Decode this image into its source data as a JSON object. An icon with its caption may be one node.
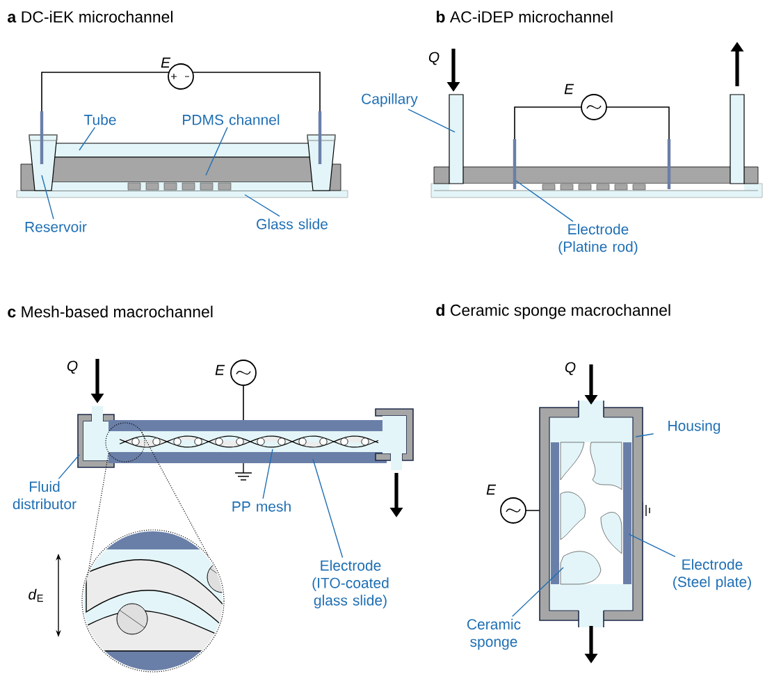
{
  "diagram": {
    "nodes": [
      {
        "text": [
          "Tube"
        ]
      },
      {
        "text": [
          "PDMS channel"
        ]
      },
      {
        "text": [
          "Reservoir"
        ]
      },
      {
        "text": [
          "Glass slide"
        ]
      },
      {
        "text": [
          "Capillary"
        ]
      },
      {
        "text": [
          "Electrode (Platine rod)"
        ]
      },
      {
        "text": [
          "Fluid distributor"
        ]
      },
      {
        "text": [
          "PP mesh"
        ]
      },
      {
        "text": [
          "Electrode (ITO-coated glass slide)"
        ]
      },
      {
        "text": [
          "Housing"
        ]
      },
      {
        "text": [
          "Electrode (Steel plate)"
        ]
      },
      {
        "text": [
          "Ceramic sponge"
        ]
      }
    ],
    "edges": [
      {
        "from": 0,
        "to": null,
        "arrow": "none"
      },
      {
        "from": 1,
        "to": null,
        "arrow": "none"
      },
      {
        "from": 2,
        "to": null,
        "arrow": "none"
      },
      {
        "from": 3,
        "to": null,
        "arrow": "none"
      },
      {
        "from": 4,
        "to": null,
        "arrow": "none"
      },
      {
        "from": 5,
        "to": null,
        "arrow": "none"
      },
      {
        "from": 6,
        "to": null,
        "arrow": "none"
      },
      {
        "from": 7,
        "to": null,
        "arrow": "none"
      },
      {
        "from": 8,
        "to": null,
        "arrow": "none"
      },
      {
        "from": 9,
        "to": null,
        "arrow": "none"
      },
      {
        "from": 10,
        "to": null,
        "arrow": "none"
      },
      {
        "from": 11,
        "to": null,
        "arrow": "none"
      }
    ],
    "labels": [
      "**a** DC-iEK microchannel",
      "**b** AC-iDEP microchannel",
      "E",
      "Q",
      "E",
      "**c** Mesh-based macrochannel",
      "**d** Ceramic sponge macrochannel",
      "Q",
      "E",
      "Q",
      "E",
      "*d*$_{E}$"
    ]
  }
}
